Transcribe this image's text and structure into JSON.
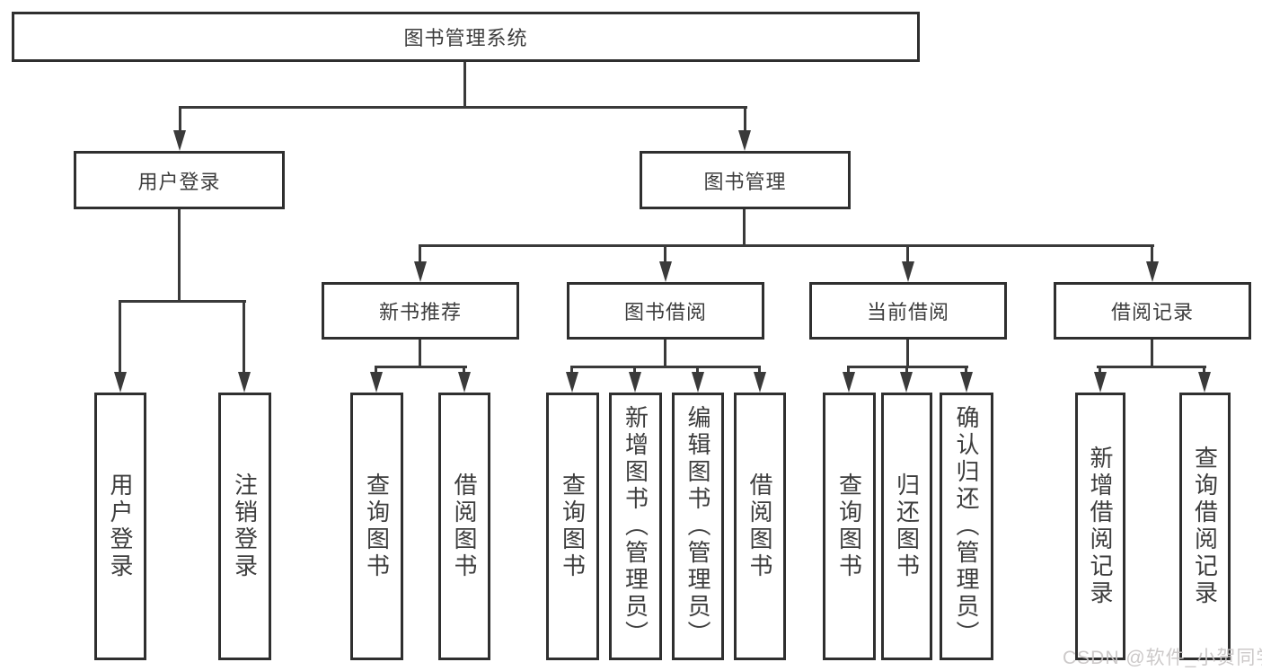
{
  "tree": {
    "label": "图书管理系统",
    "children": [
      {
        "label": "用户登录",
        "children": [
          {
            "label": "用户登录"
          },
          {
            "label": "注销登录"
          }
        ]
      },
      {
        "label": "图书管理",
        "children": [
          {
            "label": "新书推荐",
            "children": [
              {
                "label": "查询图书"
              },
              {
                "label": "借阅图书"
              }
            ]
          },
          {
            "label": "图书借阅",
            "children": [
              {
                "label": "查询图书"
              },
              {
                "label": "新增图书（管理员）"
              },
              {
                "label": "编辑图书（管理员）"
              },
              {
                "label": "借阅图书"
              }
            ]
          },
          {
            "label": "当前借阅",
            "children": [
              {
                "label": "查询图书"
              },
              {
                "label": "归还图书"
              },
              {
                "label": "确认归还（管理员）"
              }
            ]
          },
          {
            "label": "借阅记录",
            "children": [
              {
                "label": "新增借阅记录"
              },
              {
                "label": "查询借阅记录"
              }
            ]
          }
        ]
      }
    ]
  },
  "watermark": "CSDN @软件_小贺同学",
  "colors": {
    "line": "#3a3a3a",
    "border": "#2f2f2f",
    "text": "#3d3d3d",
    "watermark_text": "#c8c5c5",
    "background": "#ffffff"
  }
}
